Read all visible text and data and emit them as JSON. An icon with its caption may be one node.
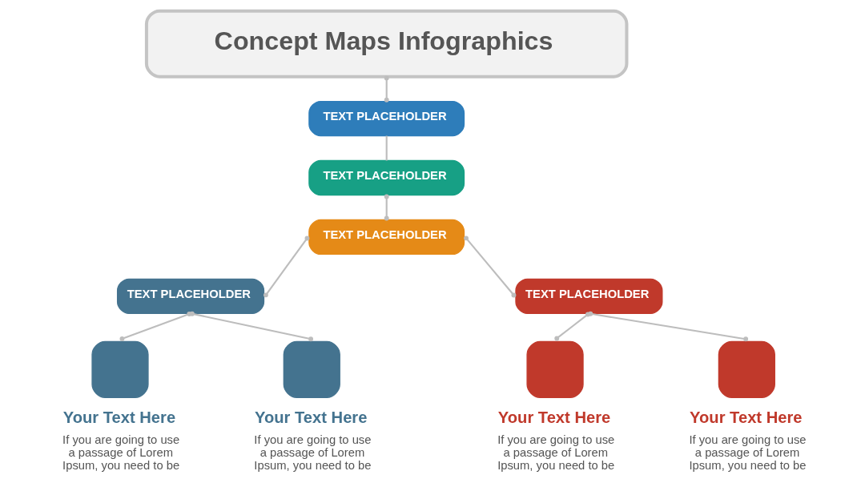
{
  "diagram": {
    "nodes": [
      {
        "text": [
          "Concept Maps Infographics"
        ]
      },
      {
        "text": [
          "TEXT PLACEHOLDER"
        ]
      },
      {
        "text": [
          "TEXT PLACEHOLDER"
        ]
      },
      {
        "text": [
          "TEXT PLACEHOLDER"
        ]
      },
      {
        "text": [
          "TEXT PLACEHOLDER"
        ]
      },
      {
        "text": [
          "TEXT PLACEHOLDER"
        ]
      },
      {
        "text": [
          "Your Text Here",
          "If you are going to use a passage of Lorem Ipsum, you need to be"
        ]
      },
      {
        "text": [
          "Your Text Here",
          "If you are going to use a passage of Lorem Ipsum, you need to be"
        ]
      },
      {
        "text": [
          "Your Text Here",
          "If you are going to use a passage of Lorem Ipsum, you need to be"
        ]
      },
      {
        "text": [
          "Your Text Here",
          "If you are going to use a passage of Lorem Ipsum, you need to be"
        ]
      }
    ],
    "edges": [
      {
        "from": 0,
        "to": 1,
        "arrow": "other"
      },
      {
        "from": 1,
        "to": 2,
        "arrow": "none"
      },
      {
        "from": 2,
        "to": 3,
        "arrow": "other"
      },
      {
        "from": 3,
        "to": 4,
        "arrow": "other"
      },
      {
        "from": 3,
        "to": 5,
        "arrow": "other"
      },
      {
        "from": 4,
        "to": 6,
        "arrow": "other"
      },
      {
        "from": 4,
        "to": 7,
        "arrow": "other"
      },
      {
        "from": 5,
        "to": 8,
        "arrow": "other"
      },
      {
        "from": 5,
        "to": 9,
        "arrow": "other"
      }
    ]
  }
}
